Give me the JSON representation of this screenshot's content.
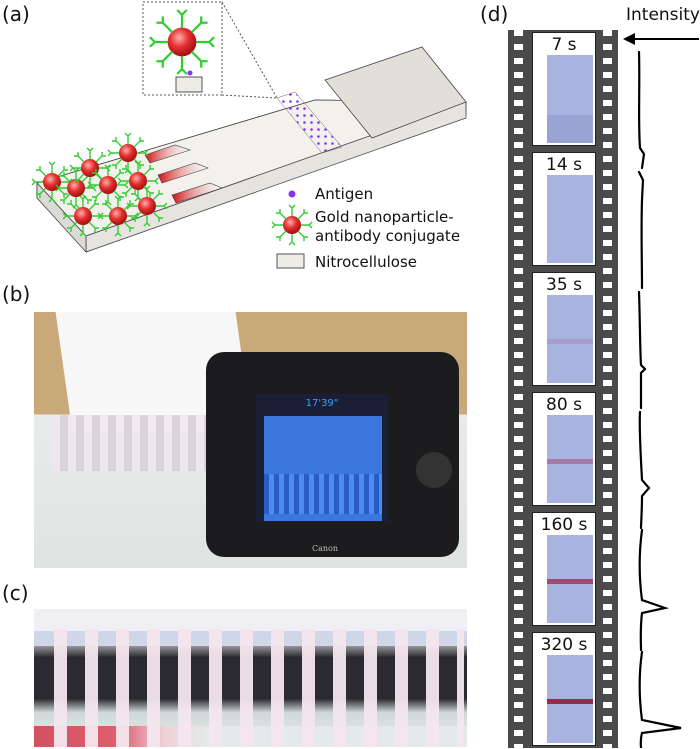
{
  "panels": {
    "a": {
      "label": "(a)"
    },
    "b": {
      "label": "(b)"
    },
    "c": {
      "label": "(c)"
    },
    "d": {
      "label": "(d)"
    }
  },
  "legend": {
    "antigen": "Antigen",
    "conjugate_line1": "Gold nanoparticle-",
    "conjugate_line2": "antibody conjugate",
    "nitrocellulose": "Nitrocellulose"
  },
  "camera_screen": {
    "time": "17'39\"",
    "brand": "Canon"
  },
  "intensity": {
    "label": "Intensity"
  },
  "frames": [
    {
      "time": "7 s",
      "band_strength": 0.0
    },
    {
      "time": "14 s",
      "band_strength": 0.0
    },
    {
      "time": "35 s",
      "band_strength": 0.15
    },
    {
      "time": "80 s",
      "band_strength": 0.4
    },
    {
      "time": "160 s",
      "band_strength": 0.75
    },
    {
      "time": "320 s",
      "band_strength": 1.0
    }
  ],
  "colors": {
    "gold_particle": "#e53030",
    "antibody": "#33cc33",
    "antigen": "#8833ee",
    "strip_blue": "#a9b3e0",
    "band": "#9a2a4a",
    "film": "#4a4a4a"
  }
}
